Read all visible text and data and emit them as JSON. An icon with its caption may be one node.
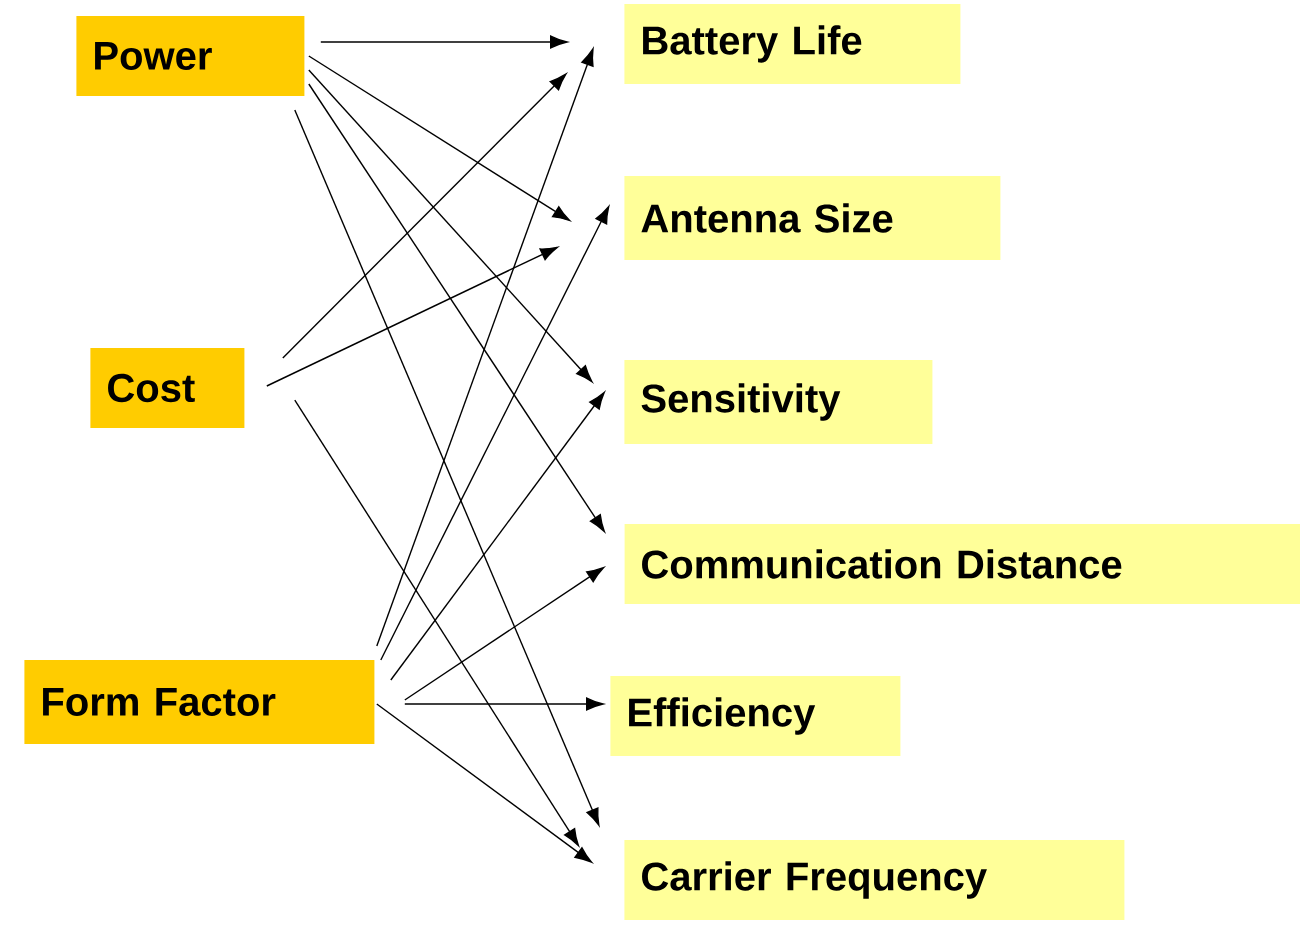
{
  "diagram": {
    "nodes": [
      {
        "text": [
          "Power"
        ]
      },
      {
        "text": [
          "Cost"
        ]
      },
      {
        "text": [
          "Form Factor"
        ]
      },
      {
        "text": [
          "Battery Life"
        ]
      },
      {
        "text": [
          "Antenna Size"
        ]
      },
      {
        "text": [
          "Sensitivity"
        ]
      },
      {
        "text": [
          "Communication Distance"
        ]
      },
      {
        "text": [
          "Efficiency"
        ]
      },
      {
        "text": [
          "Carrier Frequency"
        ]
      }
    ],
    "edges": [
      {
        "from": 0,
        "to": 3,
        "arrow": "to"
      },
      {
        "from": 0,
        "to": 4,
        "arrow": "to"
      },
      {
        "from": 0,
        "to": 5,
        "arrow": "to"
      },
      {
        "from": 0,
        "to": 6,
        "arrow": "to"
      },
      {
        "from": 0,
        "to": 8,
        "arrow": "to"
      },
      {
        "from": 1,
        "to": 3,
        "arrow": "to"
      },
      {
        "from": 1,
        "to": 4,
        "arrow": "to"
      },
      {
        "from": 1,
        "to": 8,
        "arrow": "to"
      },
      {
        "from": 2,
        "to": 3,
        "arrow": "to"
      },
      {
        "from": 2,
        "to": 4,
        "arrow": "to"
      },
      {
        "from": 2,
        "to": 5,
        "arrow": "to"
      },
      {
        "from": 2,
        "to": 6,
        "arrow": "to"
      },
      {
        "from": 2,
        "to": 7,
        "arrow": "to"
      },
      {
        "from": 2,
        "to": 8,
        "arrow": "to"
      }
    ]
  }
}
